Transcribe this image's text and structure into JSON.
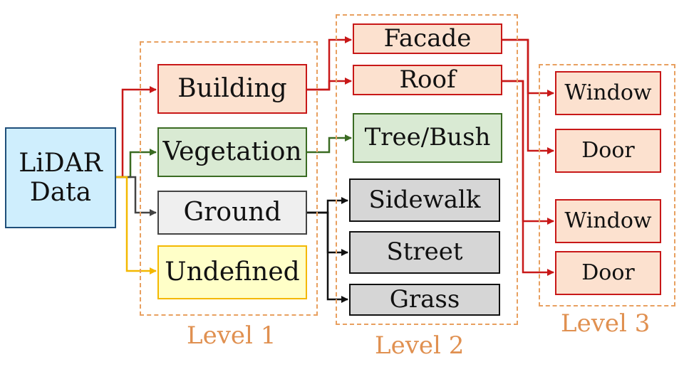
{
  "nodes": {
    "lidar": "LiDAR\nData",
    "building": "Building",
    "vegetation": "Vegetation",
    "ground": "Ground",
    "undefined": "Undefined",
    "facade": "Facade",
    "roof": "Roof",
    "tree_bush": "Tree/Bush",
    "sidewalk": "Sidewalk",
    "street": "Street",
    "grass": "Grass",
    "window_facade": "Window",
    "door_facade": "Door",
    "window_roof": "Window",
    "door_roof": "Door"
  },
  "levels": {
    "level1": "Level 1",
    "level2": "Level 2",
    "level3": "Level 3"
  },
  "colors": {
    "red": "#c81818",
    "green": "#3a6b22",
    "dark_gray": "#444444",
    "yellow": "#f4b800",
    "black": "#111111",
    "dashed_orange": "#e8a060",
    "label_orange": "#e09050"
  },
  "edges": [
    {
      "from": "lidar",
      "to": "building"
    },
    {
      "from": "lidar",
      "to": "vegetation"
    },
    {
      "from": "lidar",
      "to": "ground"
    },
    {
      "from": "lidar",
      "to": "undefined"
    },
    {
      "from": "building",
      "to": "facade"
    },
    {
      "from": "building",
      "to": "roof"
    },
    {
      "from": "vegetation",
      "to": "tree_bush"
    },
    {
      "from": "ground",
      "to": "sidewalk"
    },
    {
      "from": "ground",
      "to": "street"
    },
    {
      "from": "ground",
      "to": "grass"
    },
    {
      "from": "facade",
      "to": "window_facade"
    },
    {
      "from": "facade",
      "to": "door_facade"
    },
    {
      "from": "roof",
      "to": "window_roof"
    },
    {
      "from": "roof",
      "to": "door_roof"
    }
  ]
}
